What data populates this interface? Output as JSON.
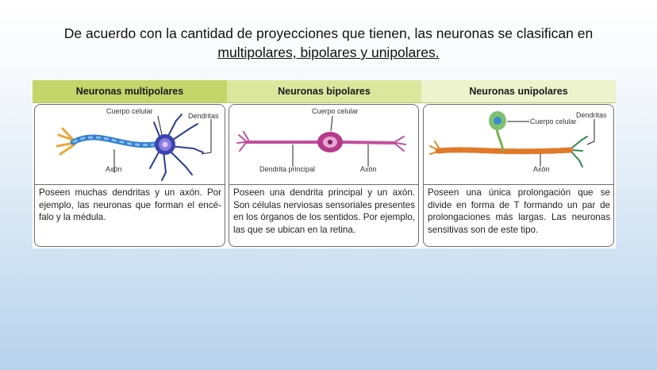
{
  "heading": {
    "line1": "De acuerdo con la cantidad de proyecciones que tienen, las neuronas se clasifican en",
    "line2": "multipolares, bipolares y unipolares."
  },
  "table": {
    "columns": [
      {
        "header": "Neuronas multipolares",
        "labels": {
          "cuerpo": "Cuerpo celular",
          "dendritas": "Dendritas",
          "axon": "Axón"
        },
        "description": "Poseen muchas dendritas y un axón. Por ejemplo, las neuronas que forman el encé-falo y la médula."
      },
      {
        "header": "Neuronas bipolares",
        "labels": {
          "cuerpo": "Cuerpo celular",
          "dendrita": "Dendrita principal",
          "axon": "Axón"
        },
        "description": "Poseen una dendrita principal y un axón. Son células nerviosas sensoriales presentes en los órganos de los sentidos. Por ejemplo, las que se ubican en la retina."
      },
      {
        "header": "Neuronas unipolares",
        "labels": {
          "cuerpo": "Cuerpo celular",
          "dendritas": "Dendritas",
          "axon": "Axón"
        },
        "description": "Poseen una única prolongación que se divide en forma de T formando un par de prolongaciones más largas. Las neuronas sensitivas son de este tipo."
      }
    ]
  },
  "colors": {
    "header1": "#c4d66a",
    "header2": "#dce79e",
    "header3": "#edf3cd",
    "neuron_multi": "#3a7fd0",
    "neuron_bi": "#c24f9c",
    "neuron_uni": "#e07a2a"
  },
  "icons": [
    "multipolar-neuron-illustration",
    "bipolar-neuron-illustration",
    "unipolar-neuron-illustration"
  ]
}
